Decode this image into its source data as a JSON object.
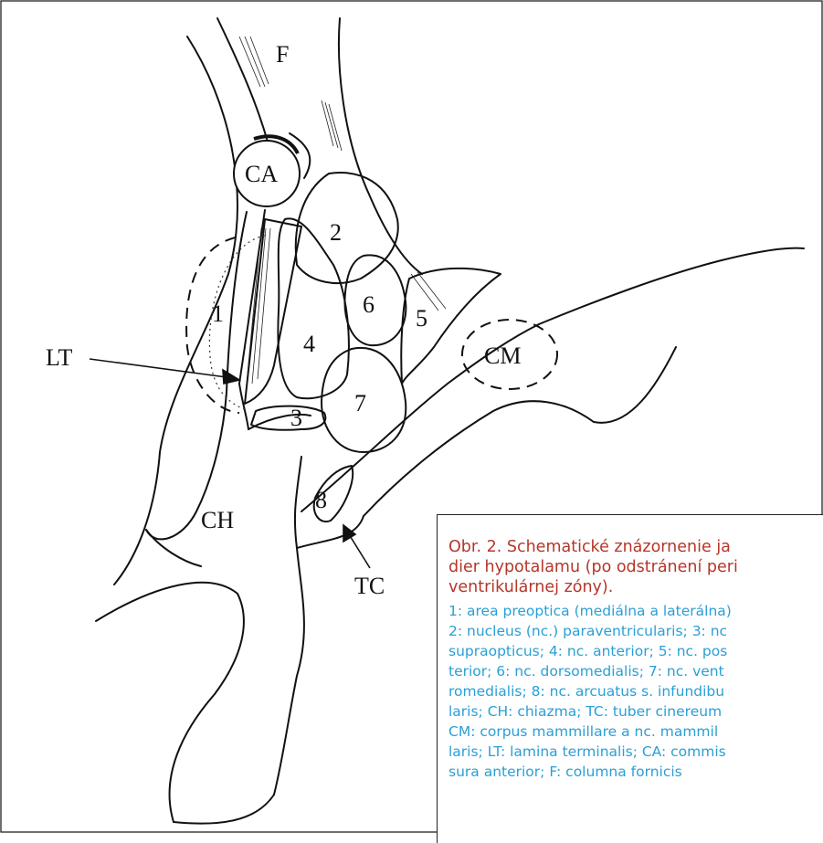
{
  "labels": {
    "F": "F",
    "CA": "CA",
    "n1": "1",
    "n2": "2",
    "n3": "3",
    "n4": "4",
    "n5": "5",
    "n6": "6",
    "n7": "7",
    "n8": "8",
    "LT": "LT",
    "CM": "CM",
    "CH": "CH",
    "TC": "TC"
  },
  "caption": {
    "title": "Obr. 2. Schematické znázornenie ja\ndier hypotalamu (po odstránení peri\nventrikulárnej zóny).",
    "body": "1: area preoptica (mediálna a laterálna)\n2: nucleus (nc.) paraventricularis; 3: nc\nsupraopticus; 4: nc. anterior; 5: nc. pos\nterior; 6: nc. dorsomedialis; 7: nc. vent\nromedialis; 8: nc. arcuatus s. infundibu\nlaris; CH: chiazma; TC: tuber cinereum\nCM: corpus mammillare a nc. mammil\nlaris; LT: lamina terminalis; CA: commis\nsura anterior; F: columna fornicis"
  },
  "colors": {
    "line": "#111111",
    "caption_title": "#b5362a",
    "caption_body": "#2a9fd6"
  }
}
